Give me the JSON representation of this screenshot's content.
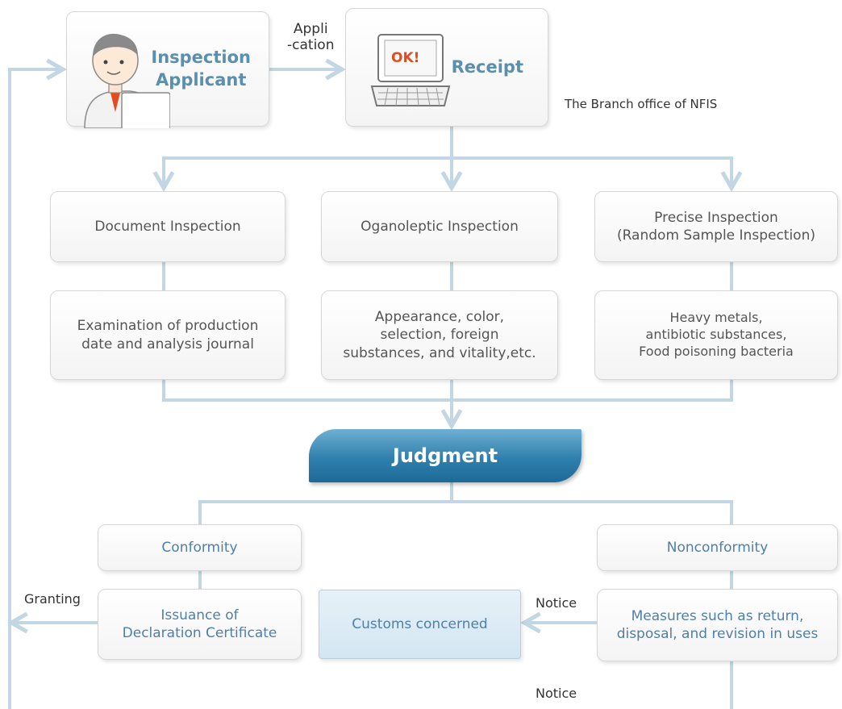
{
  "applicant": {
    "label": "Inspection\nApplicant"
  },
  "application_label": "Appli\n-cation",
  "receipt": {
    "label": "Receipt",
    "screen_text": "OK!"
  },
  "branch_office": "The Branch office of NFIS",
  "inspections": [
    {
      "title": "Document Inspection",
      "detail": "Examination of production\ndate and analysis journal"
    },
    {
      "title": "Oganoleptic Inspection",
      "detail": "Appearance, color,\nselection, foreign\nsubstances, and vitality,etc."
    },
    {
      "title": "Precise Inspection\n(Random Sample Inspection)",
      "detail": "Heavy metals,\nantibiotic substances,\nFood poisoning bacteria"
    }
  ],
  "judgment": "Judgment",
  "conformity": {
    "title": "Conformity",
    "action": "Issuance of\nDeclaration Certificate"
  },
  "nonconformity": {
    "title": "Nonconformity",
    "action": "Measures such as return,\ndisposal, and revision in uses"
  },
  "customs": "Customs concerned",
  "edge_labels": {
    "granting": "Granting",
    "notice_customs": "Notice",
    "notice_bottom": "Notice"
  },
  "colors": {
    "connector": "#c2d7e3",
    "accent_blue": "#2f80ad",
    "title_text": "#5b8fae",
    "ok_red": "#e64b1e"
  }
}
